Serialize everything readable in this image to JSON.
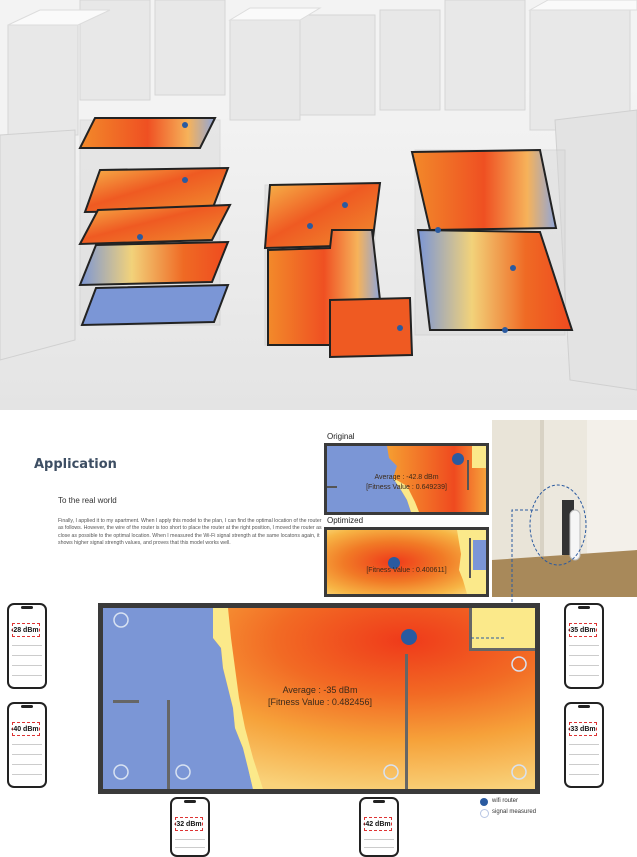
{
  "section": {
    "title": "Application",
    "subtitle": "To the real world",
    "body": "Finally, I applied it to my apartment. When I apply this model to the plan, I can find the optimal location of the router as follows. However, the wire of the router is too short to place the router at the right position, I moved the router as close as possible to the optimal location. When I measured the Wi-Fi signal strength at the same locatons again, it shows higher signal strength values, and proves that this model works well."
  },
  "original_map": {
    "label": "Original",
    "average": "Average : -42.8 dBm",
    "fitness": "[Fitness Value : 0.649239]"
  },
  "optimized_map": {
    "label": "Optimized",
    "fitness": "[Fitness Value : 0.400611]"
  },
  "main_map": {
    "average": "Average : -35 dBm",
    "fitness": "[Fitness Value : 0.482456]"
  },
  "phones": [
    {
      "reading": "-28 dBm"
    },
    {
      "reading": "-40 dBm"
    },
    {
      "reading": "-32 dBm"
    },
    {
      "reading": "-42 dBm"
    },
    {
      "reading": "-35 dBm"
    },
    {
      "reading": "-33 dBm"
    }
  ],
  "legend": {
    "router": "wifi router",
    "measured": "signal measured"
  },
  "colors": {
    "heading": "#3d4e63",
    "router_dot": "#2a5aa0",
    "weak_signal": "#7b96d6",
    "strong_signal": "#ef4a1f",
    "mid_signal": "#f7a531",
    "low_signal": "#fbe98a"
  }
}
